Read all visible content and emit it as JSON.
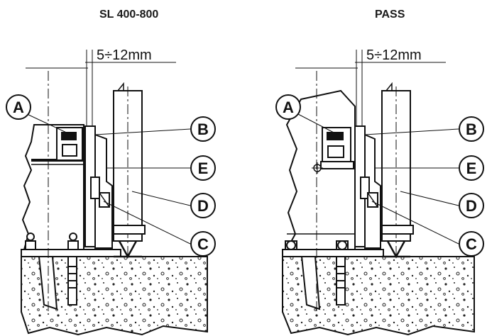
{
  "panels": [
    {
      "title": "SL 400-800",
      "dimension": "5÷12mm",
      "callouts": {
        "a": "A",
        "b": "B",
        "e": "E",
        "d": "D",
        "c": "C"
      }
    },
    {
      "title": "PASS",
      "dimension": "5÷12mm",
      "callouts": {
        "a": "A",
        "b": "B",
        "e": "E",
        "d": "D",
        "c": "C"
      }
    }
  ]
}
